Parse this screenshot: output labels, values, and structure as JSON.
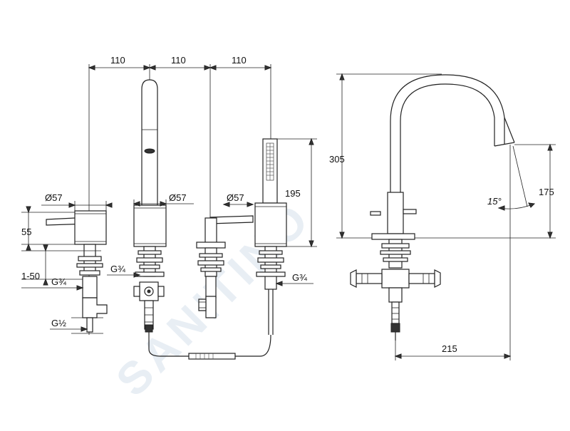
{
  "watermark": "SANITINO",
  "dimensions": {
    "top_spacing_1": "110",
    "top_spacing_2": "110",
    "top_spacing_3": "110",
    "diameter_left": "Ø57",
    "diameter_middle": "Ø57",
    "diameter_right": "Ø57",
    "handle_height": "55",
    "deck_thickness": "1-50",
    "thread_left_upper": "G¾",
    "thread_left_lower": "G½",
    "thread_middle": "G¾",
    "thread_right": "G¾",
    "handshower_height": "195",
    "spout_height": "305",
    "outlet_height": "175",
    "outlet_angle": "15°",
    "spout_reach": "215"
  }
}
